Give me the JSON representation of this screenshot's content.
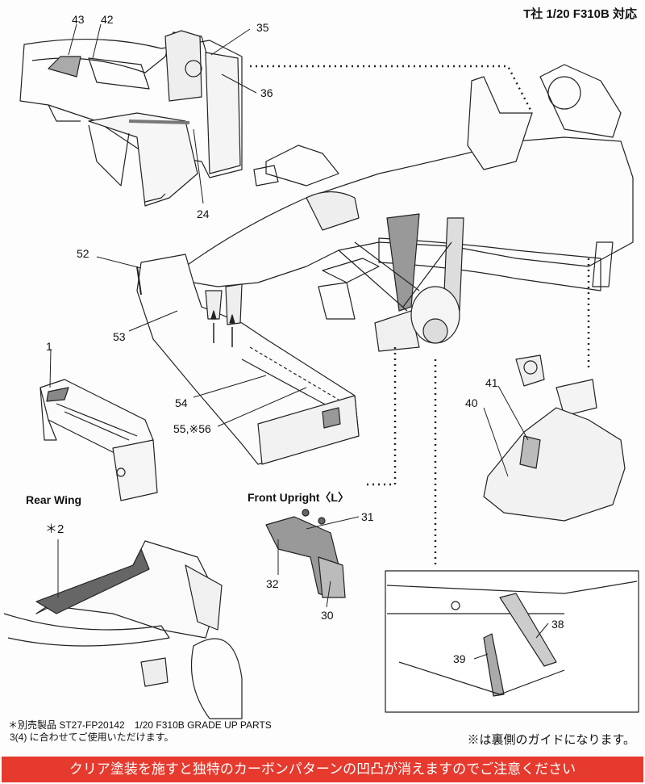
{
  "header": "T社 1/20 F310B 対応",
  "labels": {
    "p43": "43",
    "p42": "42",
    "p35": "35",
    "p36": "36",
    "p24": "24",
    "p52": "52",
    "p53": "53",
    "p1": "1",
    "p54": "54",
    "p55_56": "55,※56",
    "p41": "41",
    "p40": "40",
    "p2": "＊2",
    "p31": "31",
    "p32": "32",
    "p30": "30",
    "p38": "38",
    "p39": "39"
  },
  "sections": {
    "rear_wing": "Rear Wing",
    "front_upright": "Front Upright〈L〉"
  },
  "footnote": {
    "line1": "＊別売製品 ST27-FP20142　1/20 F310B GRADE UP PARTS",
    "line2": "3(4) に合わせてご使用いただけます。"
  },
  "back_guide": "※は裏側のガイドになります。",
  "banner": "クリア塗装を施すと独特のカーボンパターンの凹凸が消えますのでご注意ください",
  "colors": {
    "banner": "#e63a2e",
    "line": "#222222",
    "carbon": "#777777"
  }
}
